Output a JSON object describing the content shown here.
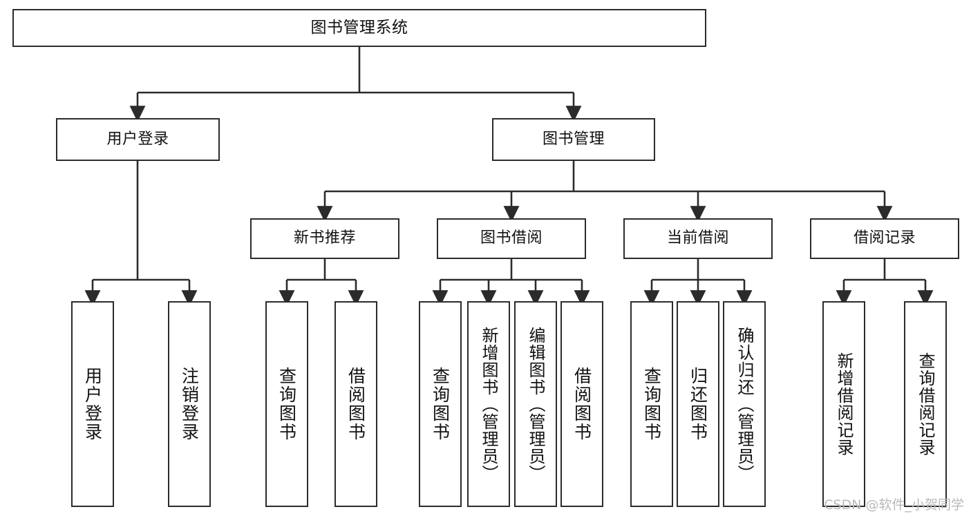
{
  "diagram": {
    "title": "图书管理系统",
    "type": "tree-hierarchy-chart",
    "root": {
      "label": "图书管理系统"
    },
    "level2": [
      {
        "label": "用户登录"
      },
      {
        "label": "图书管理"
      }
    ],
    "level3": [
      {
        "label": "新书推荐"
      },
      {
        "label": "图书借阅"
      },
      {
        "label": "当前借阅"
      },
      {
        "label": "借阅记录"
      }
    ],
    "leaves": {
      "user_login": [
        {
          "label": "用户登录"
        },
        {
          "label": "注销登录"
        }
      ],
      "new_book_recommend": [
        {
          "label": "查询图书"
        },
        {
          "label": "借阅图书"
        }
      ],
      "book_borrow": [
        {
          "label": "查询图书"
        },
        {
          "label": "新增图书（管理员）"
        },
        {
          "label": "编辑图书（管理员）"
        },
        {
          "label": "借阅图书"
        }
      ],
      "current_borrow": [
        {
          "label": "查询图书"
        },
        {
          "label": "归还图书"
        },
        {
          "label": "确认归还（管理员）"
        }
      ],
      "borrow_record": [
        {
          "label": "新增借阅记录"
        },
        {
          "label": "查询借阅记录"
        }
      ]
    }
  },
  "watermark": {
    "text": "CSDN @软件_小贺同学"
  },
  "colors": {
    "stroke": "#2b2b2b",
    "fill": "#ffffff",
    "text": "#111111",
    "watermark": "#b9b9b9"
  }
}
